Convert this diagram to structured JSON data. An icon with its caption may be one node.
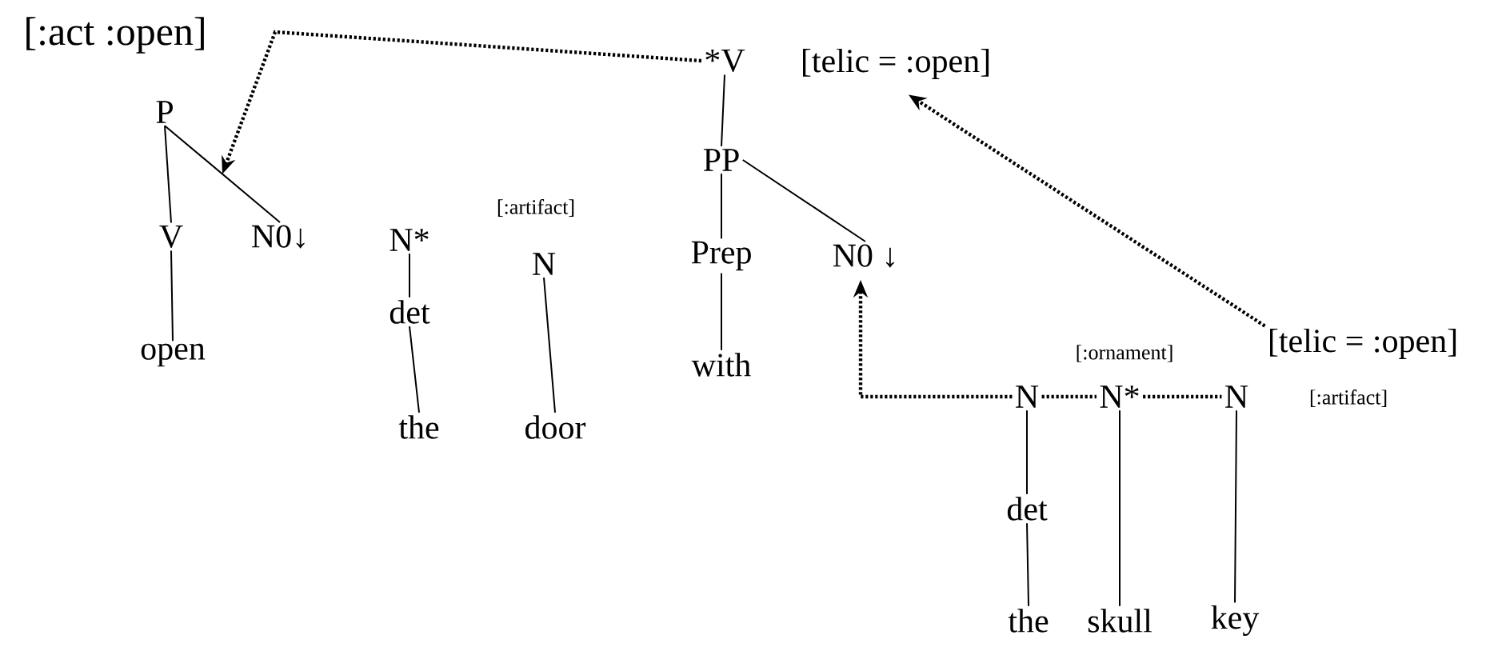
{
  "diagram": {
    "nodes": [
      {
        "text": [
          "P"
        ],
        "beside": [
          "[:act :open]"
        ]
      },
      {
        "text": [
          "V"
        ]
      },
      {
        "text": [
          "N0↓"
        ]
      },
      {
        "text": [
          "open"
        ]
      },
      {
        "text": [
          "N*"
        ]
      },
      {
        "text": [
          "det"
        ]
      },
      {
        "text": [
          "the"
        ]
      },
      {
        "text": [
          "N"
        ],
        "beside": [
          "[:artifact]"
        ]
      },
      {
        "text": [
          "door"
        ]
      },
      {
        "text": [
          "*V"
        ]
      },
      {
        "text": [
          "[telic = :open]"
        ]
      },
      {
        "text": [
          "PP"
        ]
      },
      {
        "text": [
          "Prep"
        ]
      },
      {
        "text": [
          "with"
        ]
      },
      {
        "text": [
          "N0 ↓"
        ]
      },
      {
        "text": [
          "N"
        ]
      },
      {
        "text": [
          "N*"
        ],
        "beside": [
          "[:ornament]"
        ]
      },
      {
        "text": [
          "N"
        ]
      },
      {
        "text": [
          "[telic = :open]"
        ],
        "beside": [
          "[:artifact]"
        ]
      },
      {
        "text": [
          "det"
        ]
      },
      {
        "text": [
          "the"
        ]
      },
      {
        "text": [
          "skull"
        ]
      },
      {
        "text": [
          "key"
        ]
      }
    ],
    "edges": [
      {
        "from": 0,
        "to": 1,
        "arrow": "none"
      },
      {
        "from": 0,
        "to": 2,
        "arrow": "none"
      },
      {
        "from": 1,
        "to": 3,
        "arrow": "none"
      },
      {
        "from": 4,
        "to": 5,
        "arrow": "none"
      },
      {
        "from": 5,
        "to": 6,
        "arrow": "none"
      },
      {
        "from": 7,
        "to": 8,
        "arrow": "none"
      },
      {
        "from": 9,
        "to": 11,
        "arrow": "none"
      },
      {
        "from": 11,
        "to": 12,
        "arrow": "none"
      },
      {
        "from": 11,
        "to": 14,
        "arrow": "none"
      },
      {
        "from": 12,
        "to": 13,
        "arrow": "none"
      },
      {
        "from": 15,
        "to": 19,
        "arrow": "none"
      },
      {
        "from": 19,
        "to": 20,
        "arrow": "none"
      },
      {
        "from": 16,
        "to": 21,
        "arrow": "none"
      },
      {
        "from": 17,
        "to": 22,
        "arrow": "none"
      },
      {
        "from": 9,
        "to": null,
        "arrow": "to",
        "style": "dashed"
      },
      {
        "from": 18,
        "to": 10,
        "arrow": "to",
        "style": "dashed"
      },
      {
        "from": 15,
        "to": 14,
        "arrow": "to",
        "style": "dashed"
      },
      {
        "from": 15,
        "to": 16,
        "arrow": "none",
        "style": "dashed"
      },
      {
        "from": 16,
        "to": 17,
        "arrow": "none",
        "style": "dashed"
      }
    ]
  }
}
